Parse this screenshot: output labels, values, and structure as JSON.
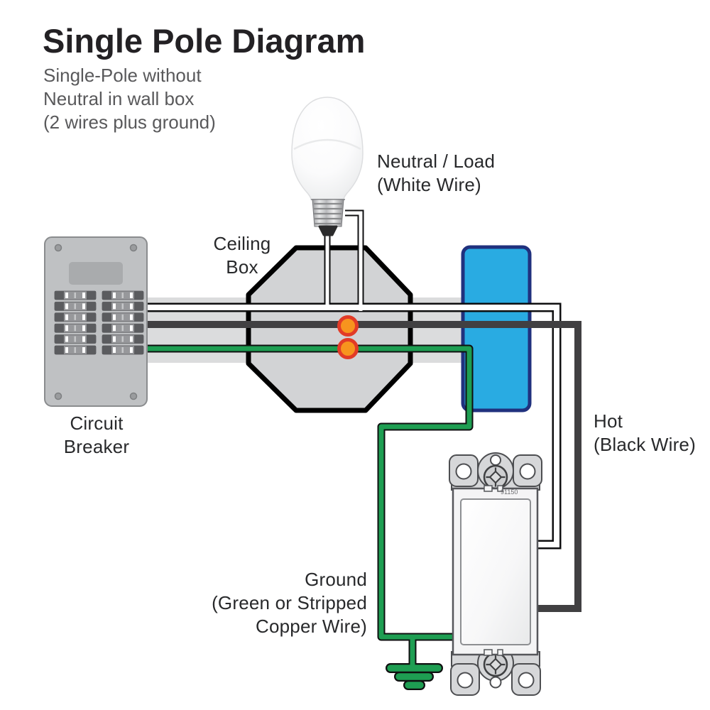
{
  "diagram": {
    "title": "Single Pole Diagram",
    "subtitle": [
      "Single-Pole without",
      "Neutral in wall box",
      "(2 wires plus ground)"
    ],
    "labels": {
      "neutral_load": [
        "Neutral / Load",
        "(White Wire)"
      ],
      "ceiling_box": [
        "Ceiling",
        "Box"
      ],
      "circuit_breaker": [
        "Circuit",
        "Breaker"
      ],
      "hot": [
        "Hot",
        "(Black Wire)"
      ],
      "ground": [
        "Ground",
        "(Green or Stripped",
        "Copper Wire)"
      ]
    },
    "switch_marking": "91150",
    "colors": {
      "wire_green": "#1e9e52",
      "wire_black": "#414042",
      "wire_white": "#ffffff",
      "wire_outline": "#0f0f10",
      "wall_box_blue": "#29abe2",
      "wall_box_border": "#20317e",
      "wire_nut_orange": "#f7941e",
      "wire_nut_ring": "#e23b27",
      "ceiling_box_gray": "#d2d3d5",
      "cable_sheath_gray": "#dbdcdd",
      "panel_gray": "#bfc1c3"
    }
  }
}
